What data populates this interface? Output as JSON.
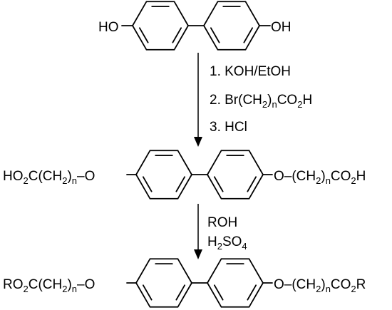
{
  "scheme": {
    "starting_material": {
      "left_group": "HO",
      "right_group": "OH"
    },
    "step1": {
      "line1": "1. KOH/EtOH",
      "line2_prefix": "2. Br(CH",
      "line2_sub1": "2",
      "line2_mid": ")",
      "line2_sub2": "n",
      "line2_after": "CO",
      "line2_sub3": "2",
      "line2_suffix": "H",
      "line3": "3. HCl"
    },
    "intermediate": {
      "left": {
        "a": "HO",
        "a_sub": "2",
        "b": "C(CH",
        "b_sub": "2",
        "c": ")",
        "c_sub": "n",
        "d": "–O"
      },
      "right": {
        "a": "O–(CH",
        "a_sub": "2",
        "b": ")",
        "b_sub": "n",
        "c": "CO",
        "c_sub": "2",
        "d": "H"
      }
    },
    "step2": {
      "line1": "ROH",
      "line2_a": "H",
      "line2_sub1": "2",
      "line2_b": "SO",
      "line2_sub2": "4"
    },
    "product": {
      "left": {
        "a": "RO",
        "a_sub": "2",
        "b": "C(CH",
        "b_sub": "2",
        "c": ")",
        "c_sub": "n",
        "d": "–O"
      },
      "right": {
        "a": "O–(CH",
        "a_sub": "2",
        "b": ")",
        "b_sub": "n",
        "c": "CO",
        "c_sub": "2",
        "d": "R"
      }
    }
  }
}
